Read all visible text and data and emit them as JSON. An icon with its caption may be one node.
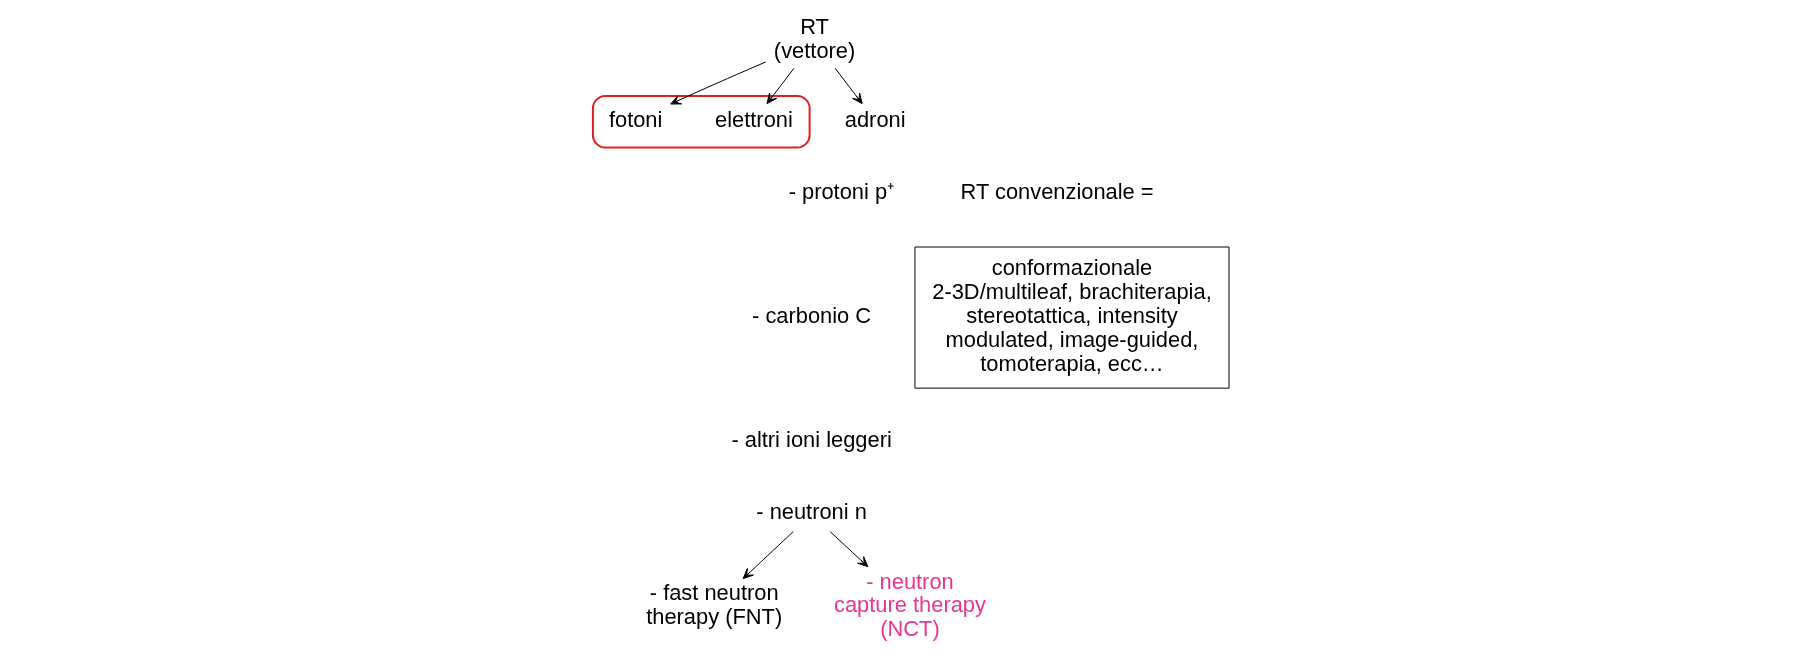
{
  "diagram": {
    "nodes": [
      {
        "text": [
          "RT (vettore)"
        ]
      },
      {
        "text": [],
        "shape": "ellipse"
      },
      {
        "text": [
          "fotoni"
        ],
        "in": 1
      },
      {
        "text": [
          "elettroni"
        ],
        "in": 1
      },
      {
        "text": [
          "adroni"
        ]
      },
      {
        "text": [
          "- neutroni n"
        ]
      },
      {
        "text": [
          "RT convenzionale ="
        ]
      },
      {
        "text": [
          "conformazionale 2-3D/multileaf, brachiterapia, stereotattica, intensity modulated, image-guided, tomoterapia, ecc…"
        ]
      },
      {
        "text": [
          "- fast neutron therapy (FNT)"
        ]
      },
      {
        "text": [
          "- neutron capture therapy (NCT)"
        ]
      }
    ],
    "edges": [
      {
        "from": 0,
        "to": 2,
        "arrow": "to"
      },
      {
        "from": 0,
        "to": 3,
        "arrow": "to"
      },
      {
        "from": 0,
        "to": 4,
        "arrow": "to"
      },
      {
        "from": 5,
        "to": 8,
        "arrow": "to"
      },
      {
        "from": 5,
        "to": 9,
        "arrow": "to"
      }
    ],
    "labels": [
      "- protoni p⁺",
      "- carbonio C",
      "- altri ioni leggeri"
    ]
  }
}
